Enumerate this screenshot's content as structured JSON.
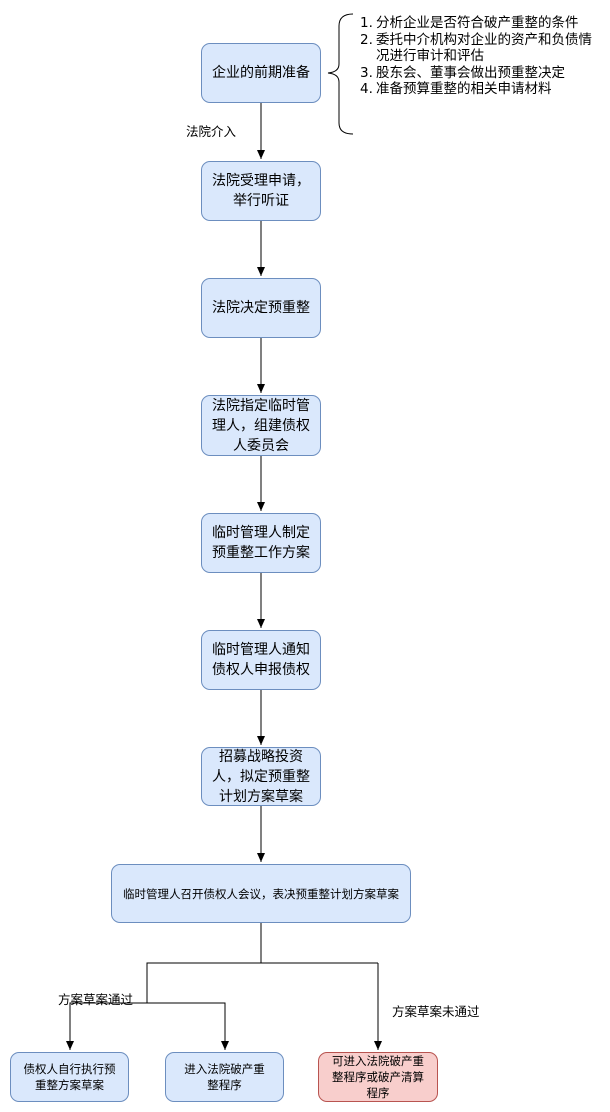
{
  "nodes": {
    "prep": "企业的前期准备",
    "accept": "法院受理申请，举行听证",
    "decide": "法院决定预重整",
    "appoint": "法院指定临时管理人，组建债权人委员会",
    "plan": "临时管理人制定预重整工作方案",
    "notify": "临时管理人通知债权人申报债权",
    "recruit": "招募战略投资人，拟定预重整计划方案草案",
    "meeting": "临时管理人召开债权人会议，表决预重整计划方案草案",
    "self_exec": "债权人自行执行预重整方案草案",
    "court_reorg": "进入法院破产重整程序",
    "fail_path": "可进入法院破产重整程序或破产清算程序"
  },
  "edge_labels": {
    "court_intervene": "法院介入",
    "passed": "方案草案通过",
    "not_passed": "方案草案未通过"
  },
  "notes": [
    {
      "num": "1.",
      "text": "分析企业是否符合破产重整的条件"
    },
    {
      "num": "2.",
      "text": "委托中介机构对企业的资产和负债情况进行审计和评估"
    },
    {
      "num": "3.",
      "text": "股东会、董事会做出预重整决定"
    },
    {
      "num": "4.",
      "text": "准备预算重整的相关申请材料"
    }
  ]
}
